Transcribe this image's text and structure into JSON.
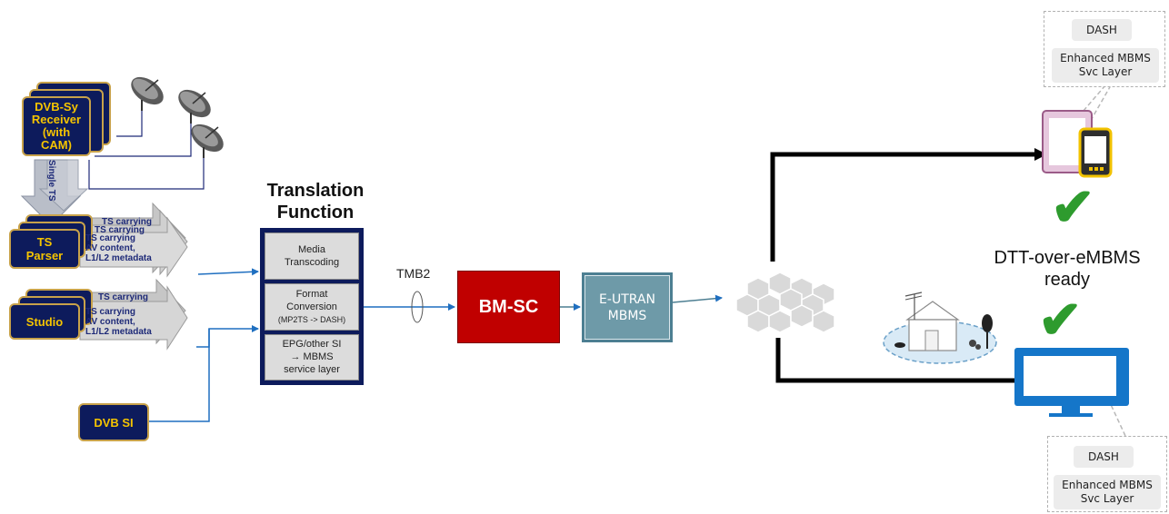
{
  "receiver": {
    "label_line1": "DVB-Sy",
    "label_line2": "Receiver",
    "label_line3": "(with",
    "label_line4": "CAM)"
  },
  "single_ts": "Single TS",
  "ts_parser": {
    "label_line1": "TS",
    "label_line2": "Parser"
  },
  "ts_parser_arrow": {
    "back_text": "TS carrying",
    "mid_text": "TS carrying",
    "front_line1": "TS carrying",
    "front_line2": "AV content,",
    "front_line3": "L1/L2 metadata"
  },
  "studio": {
    "label": "Studio"
  },
  "studio_arrow": {
    "back_text": "TS carrying",
    "front_line1": "TS carrying",
    "front_line2": "AV content,",
    "front_line3": "L1/L2 metadata"
  },
  "dvb_si": "DVB SI",
  "translation": {
    "title_line1": "Translation",
    "title_line2": "Function",
    "media_line1": "Media",
    "media_line2": "Transcoding",
    "format_line1": "Format",
    "format_line2": "Conversion",
    "format_line3": "(MP2TS -> DASH)",
    "epg_line1": "EPG/other SI",
    "epg_line2": "→   MBMS",
    "epg_line3": "service layer"
  },
  "tmb2": "TMB2",
  "bmsc": "BM-SC",
  "eutran": {
    "line1": "E-UTRAN",
    "line2": "MBMS"
  },
  "ready": {
    "line1": "DTT-over-eMBMS",
    "line2": "ready"
  },
  "svc_top": {
    "dash": "DASH",
    "line1": "Enhanced MBMS",
    "line2": "Svc Layer"
  },
  "svc_bottom": {
    "dash": "DASH",
    "line1": "Enhanced MBMS",
    "line2": "Svc Layer"
  },
  "check_glyph": "✔",
  "colors": {
    "navy": "#0d1b5c",
    "gold": "#f5c400",
    "bmsc_red": "#c00000",
    "eutran_teal": "#6e9aa8",
    "tv_blue": "#1576c9",
    "check_green": "#2e9b2e",
    "flow_blue": "#1f6fc0"
  }
}
